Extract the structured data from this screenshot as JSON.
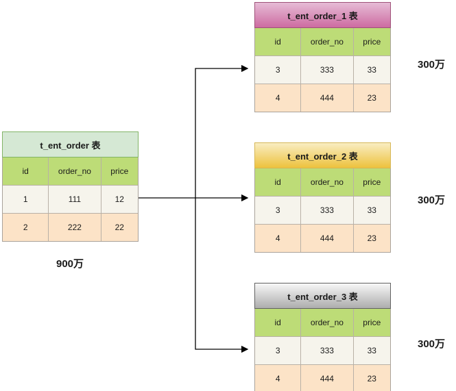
{
  "diagram": {
    "source": {
      "title": "t_ent_order 表",
      "columns": [
        "id",
        "order_no",
        "price"
      ],
      "rows": [
        [
          "1",
          "111",
          "12"
        ],
        [
          "2",
          "222",
          "22"
        ]
      ],
      "count_label": "900万"
    },
    "shards": [
      {
        "title": "t_ent_order_1 表",
        "columns": [
          "id",
          "order_no",
          "price"
        ],
        "rows": [
          [
            "3",
            "333",
            "33"
          ],
          [
            "4",
            "444",
            "23"
          ]
        ],
        "count_label": "300万",
        "accent": "pink"
      },
      {
        "title": "t_ent_order_2 表",
        "columns": [
          "id",
          "order_no",
          "price"
        ],
        "rows": [
          [
            "3",
            "333",
            "33"
          ],
          [
            "4",
            "444",
            "23"
          ]
        ],
        "count_label": "300万",
        "accent": "yellow"
      },
      {
        "title": "t_ent_order_3 表",
        "columns": [
          "id",
          "order_no",
          "price"
        ],
        "rows": [
          [
            "3",
            "333",
            "33"
          ],
          [
            "4",
            "444",
            "23"
          ]
        ],
        "count_label": "300万",
        "accent": "gray"
      }
    ],
    "colors": {
      "pink_top": "#e6bcd6",
      "pink_bottom": "#cd6ba1",
      "pink_border": "#9e5178",
      "yellow_top": "#f9edc2",
      "yellow_bottom": "#edc23d",
      "yellow_border": "#d6b656",
      "gray_top": "#f7f7f7",
      "gray_bottom": "#adadad",
      "gray_border": "#616161",
      "green_fill": "#d5e8d4",
      "green_border": "#82b366",
      "column_header": "#bddc77",
      "row_odd": "#f6f4ec",
      "row_even": "#fce3c7",
      "arrow": "#000000"
    }
  }
}
